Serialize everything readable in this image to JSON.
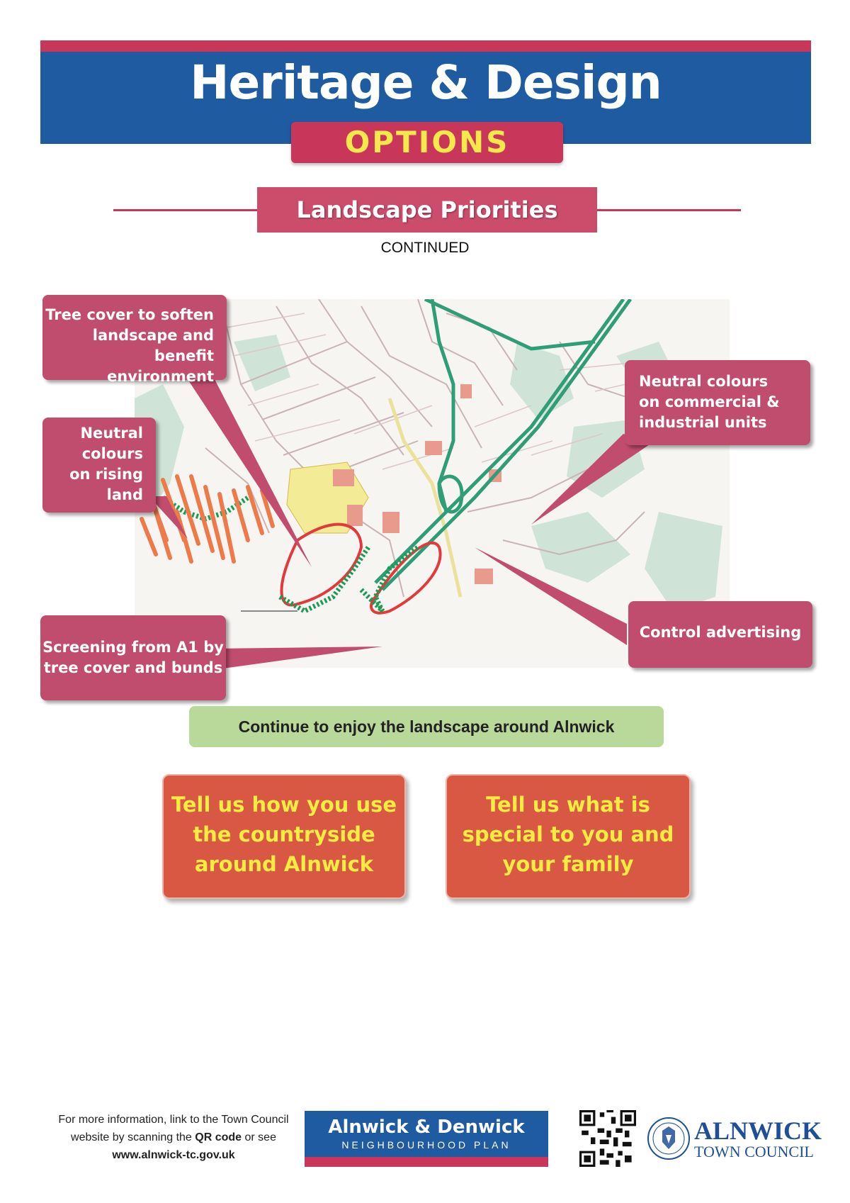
{
  "header": {
    "title": "Heritage & Design",
    "subtitle": "OPTIONS"
  },
  "section": {
    "title": "Landscape Priorities",
    "note": "CONTINUED"
  },
  "callouts": {
    "tree_cover": [
      "Tree cover to soften",
      "landscape and",
      "benefit environment"
    ],
    "rising_land": [
      "Neutral",
      "colours",
      "on rising",
      "land"
    ],
    "screening": [
      "Screening from A1 by",
      "tree cover and bunds"
    ],
    "commercial": [
      "Neutral colours",
      "on commercial &",
      "industrial units"
    ],
    "advertising": [
      "Control advertising"
    ]
  },
  "enjoy_banner": "Continue to enjoy the landscape around Alnwick",
  "prompts": [
    [
      "Tell us how you use",
      "the countryside",
      "around Alnwick"
    ],
    [
      "Tell us what is",
      "special to you and",
      "your family"
    ]
  ],
  "footer": {
    "info_line1": "For more information, link to the Town Council",
    "info_line2_a": "website by scanning the ",
    "info_line2_b": "QR code",
    "info_line2_c": " or see",
    "info_url": "www.alnwick-tc.gov.uk",
    "plan_title": "Alnwick & Denwick",
    "plan_subtitle": "NEIGHBOURHOOD PLAN",
    "council_name": "ALNWICK",
    "council_sub": "TOWN COUNCIL"
  },
  "colors": {
    "banner_blue": "#1f5ba0",
    "accent_pink": "#c8365a",
    "callout_pink": "#c04c6e",
    "options_yellow": "#f5e84b",
    "enjoy_green": "#b9d99a",
    "prompt_orange": "#d95844"
  }
}
